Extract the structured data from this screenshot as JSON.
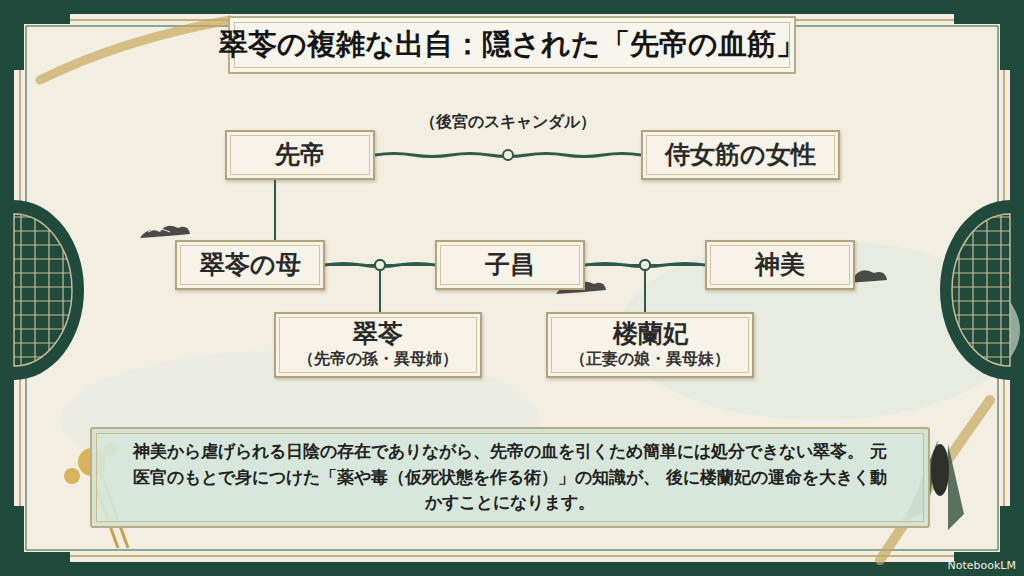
{
  "diagram": {
    "title": "翠苓の複雑な出自：隠された「先帝の血筋」",
    "nodes": [
      {
        "text": [
          "先帝"
        ]
      },
      {
        "text": [
          "侍女筋の女性"
        ]
      },
      {
        "text": [
          "翠苓の母"
        ]
      },
      {
        "text": [
          "子昌"
        ]
      },
      {
        "text": [
          "神美"
        ]
      },
      {
        "text": [
          "翠苓",
          "（先帝の孫・異母姉）"
        ]
      },
      {
        "text": [
          "楼蘭妃",
          "（正妻の娘・異母妹）"
        ]
      },
      {
        "text": [
          "神美から虐げられる日陰の存在でありながら、先帝の血を引くため簡単には処分できない翠苓。 元医官のもとで身につけた「薬や毒（仮死状態を作る術）」の知識が、 後に楼蘭妃の運命を大きく動かすことになります。"
        ]
      }
    ],
    "edges": [
      {
        "from": 0,
        "to": 1,
        "label": "（後宮のスキャンダル）",
        "arrow": "none"
      },
      {
        "from": 0,
        "to": 2,
        "arrow": "none"
      },
      {
        "from": 2,
        "to": 3,
        "arrow": "none"
      },
      {
        "from": 3,
        "to": 4,
        "arrow": "none"
      },
      {
        "from": 2,
        "to": 5,
        "arrow": "none"
      },
      {
        "from": 3,
        "to": 5,
        "arrow": "none"
      },
      {
        "from": 3,
        "to": 6,
        "arrow": "none"
      },
      {
        "from": 4,
        "to": 6,
        "arrow": "none"
      }
    ],
    "labels": [
      "NotebookLM"
    ]
  }
}
